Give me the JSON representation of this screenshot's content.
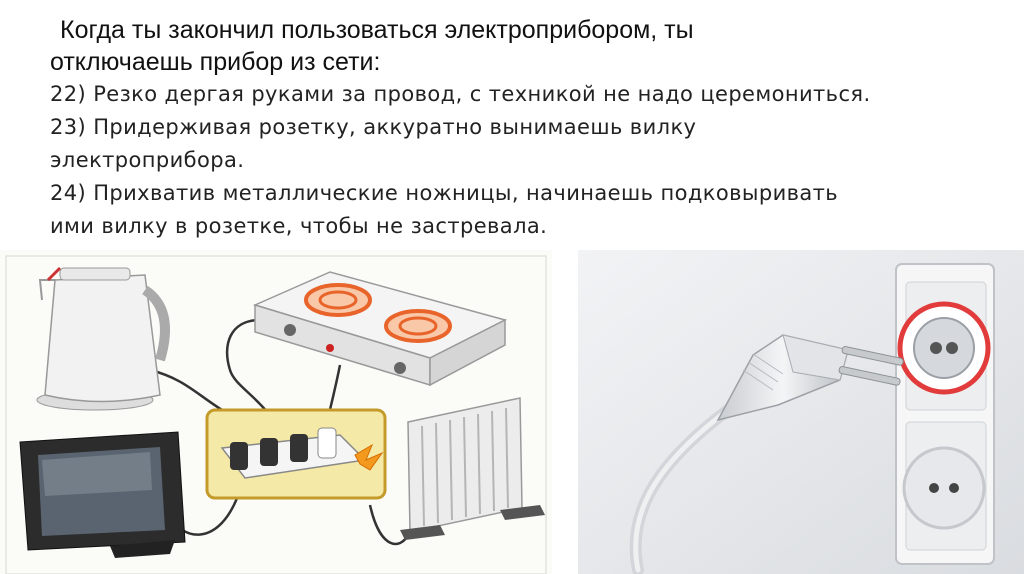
{
  "question": {
    "line1": "Когда ты закончил пользоваться электроприбором, ты",
    "line2": "отключаешь прибор из сети:"
  },
  "options": [
    {
      "lines": [
        "22) Резко дергая руками за провод, с техникой не надо церемониться."
      ]
    },
    {
      "lines": [
        "23) Придерживая розетку, аккуратно вынимаешь вилку",
        "электроприбора."
      ]
    },
    {
      "lines": [
        "24) Прихватив металлические ножницы, начинаешь подковыривать",
        "ими вилку в розетке, чтобы не застревала."
      ]
    }
  ],
  "illustrations": {
    "left_icons": [
      "kettle-icon",
      "stove-icon",
      "tv-icon",
      "power-strip-icon",
      "radiator-icon",
      "spark-icon"
    ],
    "right_icons": [
      "wall-socket-icon",
      "plug-icon"
    ]
  },
  "colors": {
    "burner": "#e8642a",
    "highlight_box": "#f4e9a6",
    "socket_ring": "#e23b3b"
  }
}
